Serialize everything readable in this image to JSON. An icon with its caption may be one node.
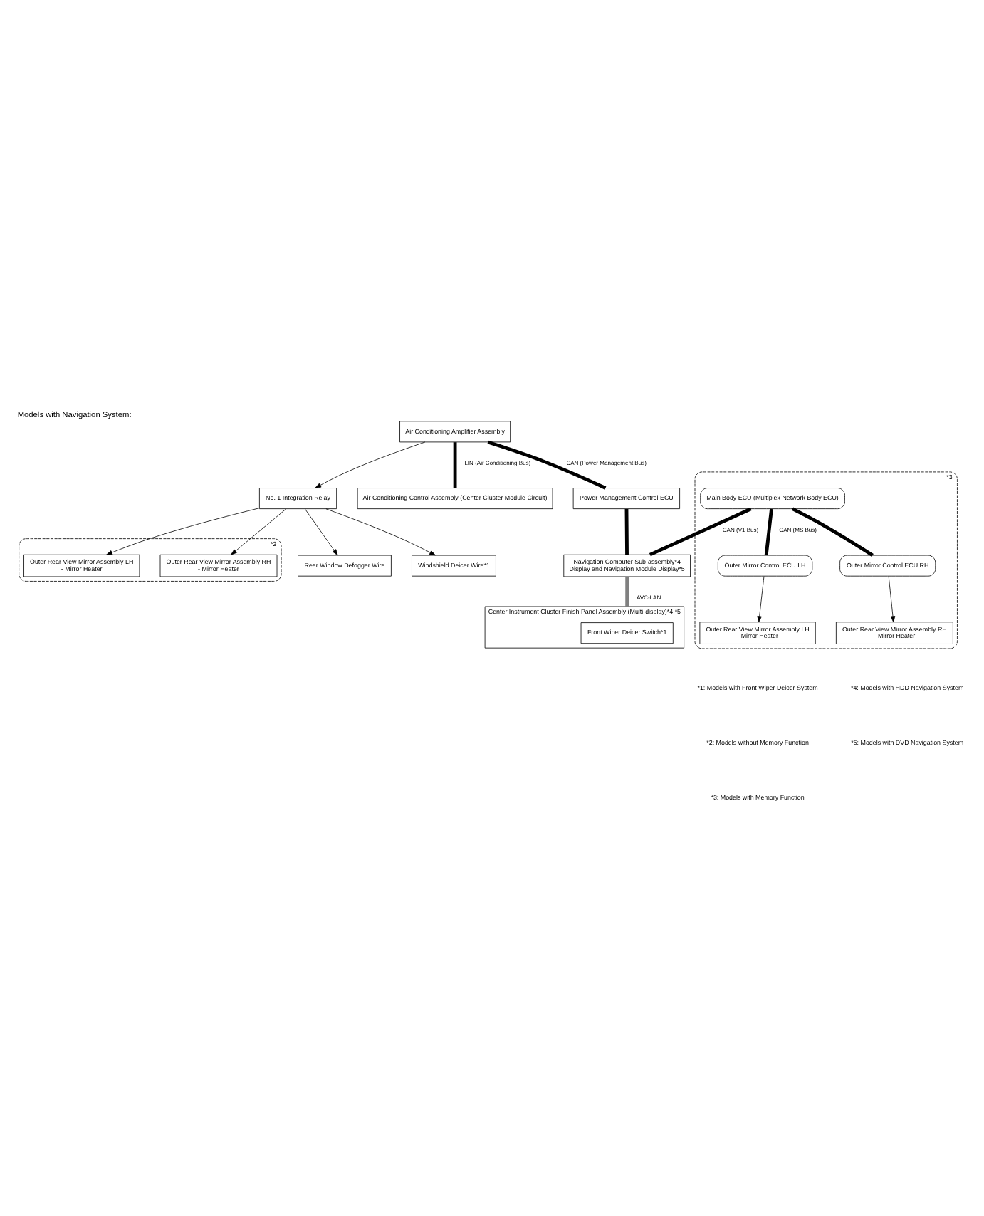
{
  "diagram": {
    "title": "Models with Navigation System:",
    "nodes": [
      {
        "text": [],
        "shape": "box",
        "beside": [
          "*2"
        ]
      },
      {
        "text": [
          "Outer Rear View Mirror Assembly LH",
          "- Mirror Heater"
        ],
        "in": 0
      },
      {
        "text": [
          "Outer Rear View Mirror Assembly RH",
          "- Mirror Heater"
        ],
        "in": 0
      },
      {
        "text": [
          "Air Conditioning Amplifier Assembly"
        ]
      },
      {
        "text": [
          "No. 1 Integration Relay"
        ]
      },
      {
        "text": [
          "Rear Window Defogger Wire"
        ]
      },
      {
        "text": [
          "Windshield Deicer Wire*1"
        ]
      },
      {
        "text": [
          "Air Conditioning Control Assembly (Center Cluster Module Circuit)"
        ]
      },
      {
        "text": [
          "Power Management Control ECU"
        ]
      },
      {
        "text": [
          "Navigation Computer Sub-assembly*4",
          "Display and Navigation Module Display*5"
        ]
      },
      {
        "text": [],
        "shape": "box",
        "beside": [
          "*3"
        ]
      },
      {
        "text": [
          "Main Body ECU (Multiplex Network Body ECU)"
        ],
        "in": 10
      },
      {
        "text": [
          "Outer Mirror Control ECU LH"
        ],
        "in": 10
      },
      {
        "text": [
          "Outer Mirror Control ECU RH"
        ],
        "in": 10
      },
      {
        "text": [
          "Outer Rear View Mirror Assembly LH",
          "- Mirror Heater"
        ],
        "in": 10
      },
      {
        "text": [
          "Outer Rear View Mirror Assembly RH",
          "- Mirror Heater"
        ],
        "in": 10
      },
      {
        "text": [
          "Center Instrument Cluster Finish Panel Assembly (Multi-display)*4,*5"
        ]
      },
      {
        "text": [
          "Front Wiper Deicer Switch*1"
        ],
        "in": 16
      }
    ],
    "edges": [
      {
        "from": 3,
        "to": 4,
        "arrow": "to"
      },
      {
        "from": 4,
        "to": 1,
        "arrow": "to"
      },
      {
        "from": 4,
        "to": 2,
        "arrow": "to"
      },
      {
        "from": 4,
        "to": 5,
        "arrow": "to"
      },
      {
        "from": 4,
        "to": 6,
        "arrow": "to"
      },
      {
        "from": 3,
        "to": 7,
        "arrow": "none",
        "style": "thick",
        "label": "LIN (Air Conditioning Bus)"
      },
      {
        "from": 3,
        "to": 8,
        "arrow": "none",
        "style": "thick",
        "label": "CAN (Power Management Bus)"
      },
      {
        "from": 8,
        "to": 9,
        "arrow": "none",
        "style": "thick"
      },
      {
        "from": 11,
        "to": 9,
        "arrow": "none",
        "style": "thick",
        "label": "CAN (V1 Bus)"
      },
      {
        "from": 11,
        "to": 12,
        "arrow": "none",
        "style": "thick",
        "label": "CAN (MS Bus)"
      },
      {
        "from": 11,
        "to": 13,
        "arrow": "none",
        "style": "thick"
      },
      {
        "from": 12,
        "to": 14,
        "arrow": "to"
      },
      {
        "from": 13,
        "to": 15,
        "arrow": "to"
      },
      {
        "from": 9,
        "to": 16,
        "arrow": "none",
        "style": "thick",
        "color": "#808080",
        "label": "AVC-LAN"
      }
    ],
    "labels": [
      "*1: Models with Front Wiper Deicer System",
      "*4: Models with HDD Navigation System",
      "*2: Models without Memory Function",
      "*5: Models with DVD Navigation System",
      "*3: Models with Memory Function"
    ]
  }
}
